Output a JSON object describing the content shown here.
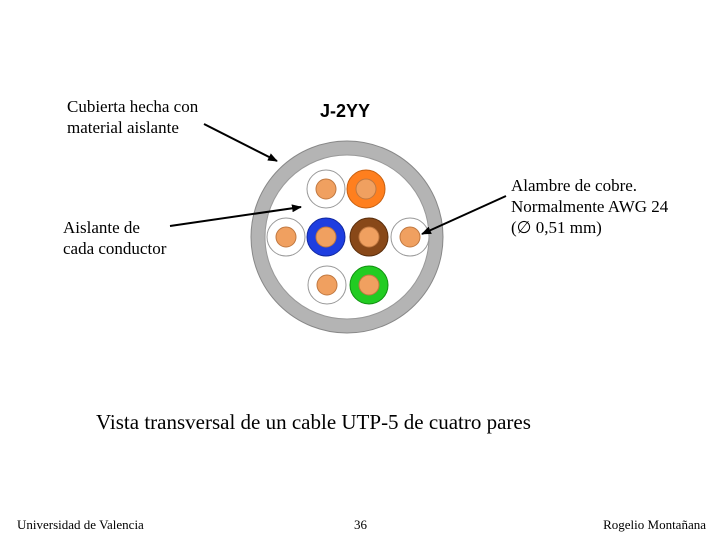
{
  "diagram": {
    "cable_code": "J-2YY",
    "jacket_label": [
      "Cubierta hecha con",
      "material aislante"
    ],
    "insulation_label": [
      "Aislante de",
      "cada conductor"
    ],
    "wire_label": [
      "Alambre de cobre.",
      "Normalmente AWG 24",
      "(∅ 0,51 mm)"
    ],
    "caption": "Vista transversal de un cable UTP-5 de cuatro pares",
    "colors": {
      "jacket": "#b4b4b4",
      "copper": "#f0a060",
      "orange": "#ff7f1e",
      "blue": "#1e3ee0",
      "brown": "#884818",
      "green": "#22cc22",
      "white": "#ffffff"
    }
  },
  "footer": {
    "left": "Universidad de Valencia",
    "page_number": "36",
    "right": "Rogelio Montañana"
  }
}
